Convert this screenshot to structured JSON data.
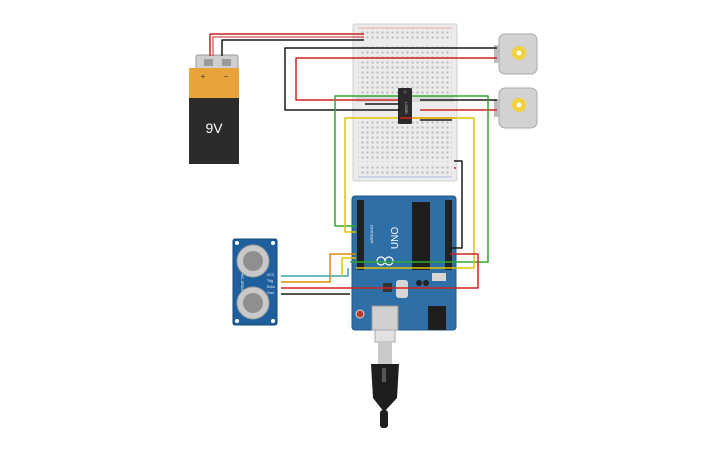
{
  "battery": {
    "label": "9V",
    "plus": "+",
    "minus": "−"
  },
  "motor_driver": {
    "label": "L293D"
  },
  "arduino": {
    "model": "UNO",
    "brand": "ARDUINO"
  },
  "ultrasonic": {
    "model": "HC-SR04",
    "pins": [
      "VCC",
      "Trig",
      "Echo",
      "Gnd"
    ]
  },
  "colors": {
    "wire_red": "#d42020",
    "wire_black": "#1a1a1a",
    "wire_green": "#2fa82f",
    "wire_yellow": "#e0c400",
    "wire_orange": "#e08a00",
    "wire_teal": "#3aa0b8",
    "arduino_board": "#2f6fa8",
    "sensor_board": "#1e5f9e",
    "battery_top": "#e8a33a"
  }
}
